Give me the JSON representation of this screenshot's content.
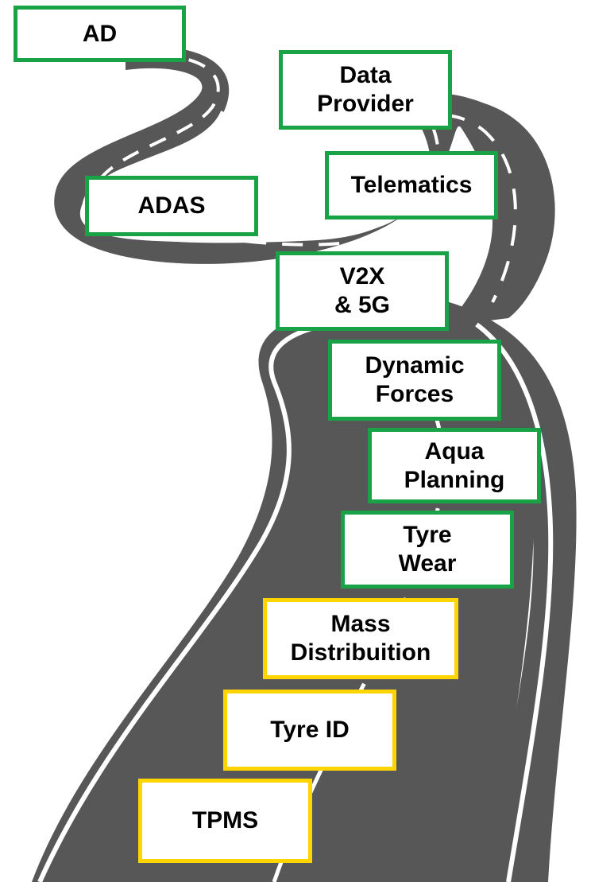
{
  "colors": {
    "green": "#1aa246",
    "yellow": "#ffd500",
    "road": "#575757",
    "road_edge": "#ffffff"
  },
  "stages": [
    {
      "label": "AD",
      "color": "green"
    },
    {
      "label": "Data\nProvider",
      "color": "green"
    },
    {
      "label": "Telematics",
      "color": "green"
    },
    {
      "label": "ADAS",
      "color": "green"
    },
    {
      "label": "V2X\n& 5G",
      "color": "green"
    },
    {
      "label": "Dynamic\nForces",
      "color": "green"
    },
    {
      "label": "Aqua\nPlanning",
      "color": "green"
    },
    {
      "label": "Tyre\nWear",
      "color": "green"
    },
    {
      "label": "Mass\nDistribuition",
      "color": "yellow"
    },
    {
      "label": "Tyre ID",
      "color": "yellow"
    },
    {
      "label": "TPMS",
      "color": "yellow"
    }
  ]
}
